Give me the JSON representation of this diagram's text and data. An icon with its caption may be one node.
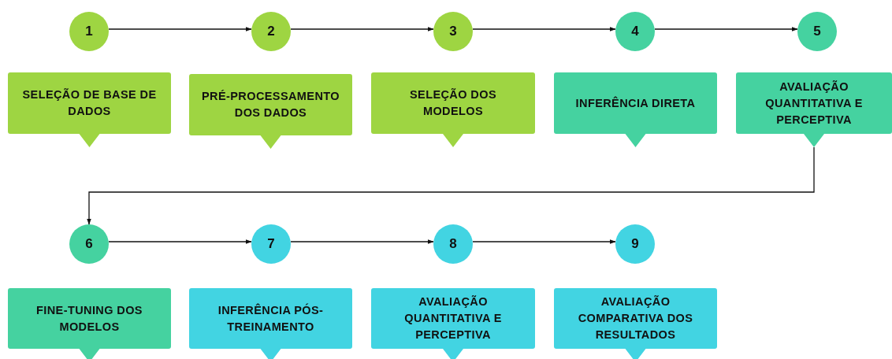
{
  "diagram": {
    "nodes": [
      {
        "text": [
          "1"
        ]
      },
      {
        "text": [
          "2"
        ]
      },
      {
        "text": [
          "3"
        ]
      },
      {
        "text": [
          "4"
        ]
      },
      {
        "text": [
          "5"
        ]
      },
      {
        "text": [
          "SELEÇÃO DE BASE DE DADOS"
        ]
      },
      {
        "text": [
          "PRÉ-PROCESSAMENTO DOS DADOS"
        ]
      },
      {
        "text": [
          "SELEÇÃO DOS MODELOS"
        ]
      },
      {
        "text": [
          "INFERÊNCIA DIRETA"
        ]
      },
      {
        "text": [
          "AVALIAÇÃO QUANTITATIVA E PERCEPTIVA"
        ]
      },
      {
        "text": [
          "6"
        ]
      },
      {
        "text": [
          "7"
        ]
      },
      {
        "text": [
          "8"
        ]
      },
      {
        "text": [
          "9"
        ]
      },
      {
        "text": [
          "FINE-TUNING DOS MODELOS"
        ]
      },
      {
        "text": [
          "INFERÊNCIA PÓS-TREINAMENTO"
        ]
      },
      {
        "text": [
          "AVALIAÇÃO QUANTITATIVA E PERCEPTIVA"
        ]
      },
      {
        "text": [
          "AVALIAÇÃO COMPARATIVA DOS RESULTADOS"
        ]
      }
    ],
    "edges": [
      {
        "from": 0,
        "to": 1,
        "arrow": "to"
      },
      {
        "from": 1,
        "to": 2,
        "arrow": "to"
      },
      {
        "from": 2,
        "to": 3,
        "arrow": "to"
      },
      {
        "from": 3,
        "to": 4,
        "arrow": "to"
      },
      {
        "from": 9,
        "to": 10,
        "arrow": "to"
      },
      {
        "from": 10,
        "to": 11,
        "arrow": "to"
      },
      {
        "from": 11,
        "to": 12,
        "arrow": "to"
      },
      {
        "from": 12,
        "to": 13,
        "arrow": "to"
      }
    ]
  }
}
